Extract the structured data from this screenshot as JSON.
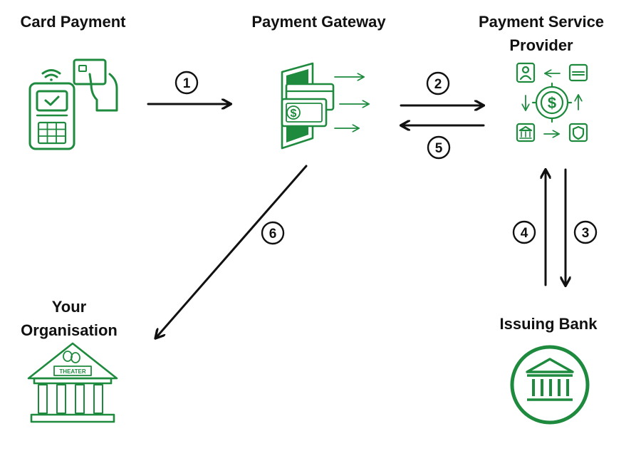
{
  "nodes": {
    "card_payment": "Card Payment",
    "payment_gateway": "Payment Gateway",
    "payment_service_provider": "Payment Service Provider",
    "your_organisation": "Your Organisation",
    "issuing_bank": "Issuing Bank"
  },
  "steps": [
    "1",
    "2",
    "3",
    "4",
    "5",
    "6"
  ],
  "icons": {
    "card_payment": "card-terminal-icon",
    "payment_gateway": "wallet-cash-icon",
    "payment_service_provider": "payment-network-icon",
    "your_organisation": "theater-building-icon",
    "issuing_bank": "bank-icon",
    "theater_sign": "THEATER",
    "dollar_sign": "$"
  },
  "colors": {
    "icon_green": "#1e8a3e",
    "arrow": "#111111",
    "text": "#111111",
    "background": "#ffffff"
  }
}
